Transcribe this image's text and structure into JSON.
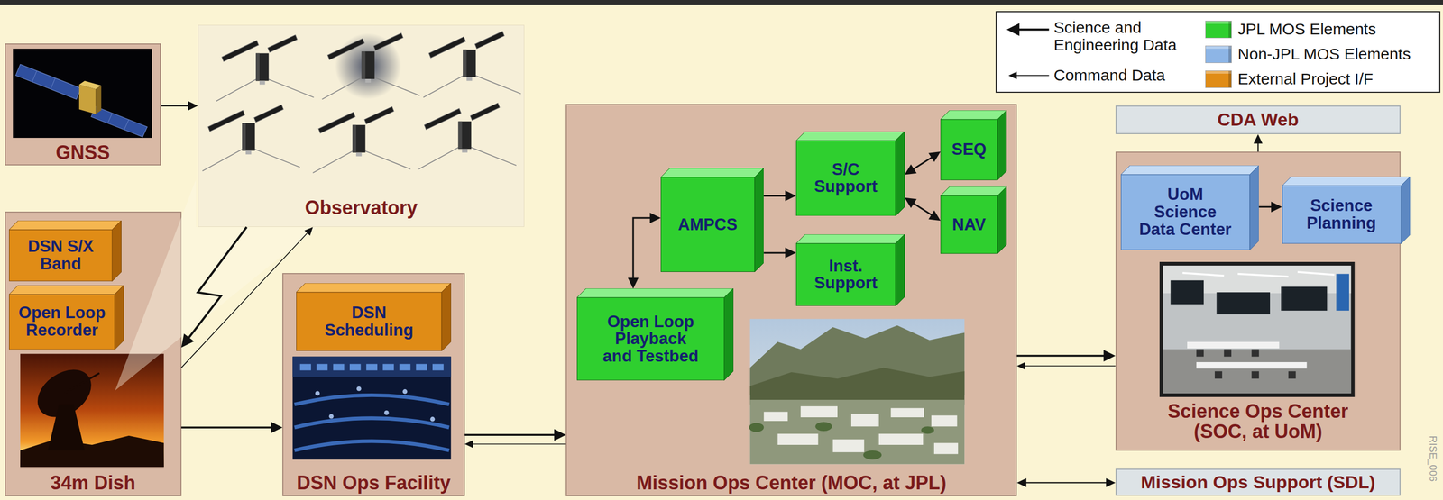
{
  "diagram": {
    "nodes": [
      {
        "text": [
          "GNSS"
        ]
      },
      {
        "text": [
          "Observatory"
        ]
      },
      {
        "text": [
          "34m Dish"
        ]
      },
      {
        "text": [
          "DSN S/X Band"
        ],
        "in": 2
      },
      {
        "text": [
          "Open Loop Recorder"
        ],
        "in": 2
      },
      {
        "text": [
          "DSN Ops Facility"
        ]
      },
      {
        "text": [
          "DSN Scheduling"
        ],
        "in": 5
      },
      {
        "text": [
          "Mission Ops Center (MOC, at JPL)"
        ]
      },
      {
        "text": [
          "AMPCS"
        ],
        "in": 7
      },
      {
        "text": [
          "S/C Support"
        ],
        "in": 7
      },
      {
        "text": [
          "SEQ"
        ],
        "in": 7
      },
      {
        "text": [
          "NAV"
        ],
        "in": 7
      },
      {
        "text": [
          "Inst. Support"
        ],
        "in": 7
      },
      {
        "text": [
          "Open Loop Playback and Testbed"
        ],
        "in": 7
      },
      {
        "text": [
          "CDA Web"
        ]
      },
      {
        "text": [
          "Science Ops Center (SOC, at UoM)"
        ]
      },
      {
        "text": [
          "UoM Science Data Center"
        ],
        "in": 15
      },
      {
        "text": [
          "Science Planning"
        ],
        "in": 15
      },
      {
        "text": [
          "Mission Ops Support (SDL)"
        ]
      }
    ],
    "edges": [
      {
        "from": 0,
        "to": 1,
        "arrow": "to"
      },
      {
        "from": 1,
        "to": 2,
        "arrow": "to"
      },
      {
        "from": 2,
        "to": 1,
        "arrow": "to"
      },
      {
        "from": 2,
        "to": 5,
        "arrow": "to"
      },
      {
        "from": 5,
        "to": 7,
        "arrow": "to"
      },
      {
        "from": 7,
        "to": 5,
        "arrow": "to"
      },
      {
        "from": 8,
        "to": 13,
        "arrow": "both"
      },
      {
        "from": 8,
        "to": 9,
        "arrow": "to"
      },
      {
        "from": 8,
        "to": 12,
        "arrow": "to"
      },
      {
        "from": 9,
        "to": 10,
        "arrow": "both"
      },
      {
        "from": 9,
        "to": 11,
        "arrow": "both"
      },
      {
        "from": 7,
        "to": 15,
        "arrow": "to"
      },
      {
        "from": 15,
        "to": 7,
        "arrow": "to"
      },
      {
        "from": 15,
        "to": 14,
        "arrow": "to"
      },
      {
        "from": 16,
        "to": 17,
        "arrow": "to"
      },
      {
        "from": 7,
        "to": 18,
        "arrow": "both"
      }
    ],
    "labels": [
      "RISE_006"
    ],
    "legend": [
      {
        "text": "Science and Engineering Data"
      },
      {
        "text": "Command Data"
      },
      {
        "text": "JPL MOS Elements",
        "color": "#2fcf2f"
      },
      {
        "text": "Non-JPL MOS Elements",
        "color": "#8db5e6"
      },
      {
        "text": "External Project I/F",
        "color": "#e08c16"
      }
    ]
  }
}
